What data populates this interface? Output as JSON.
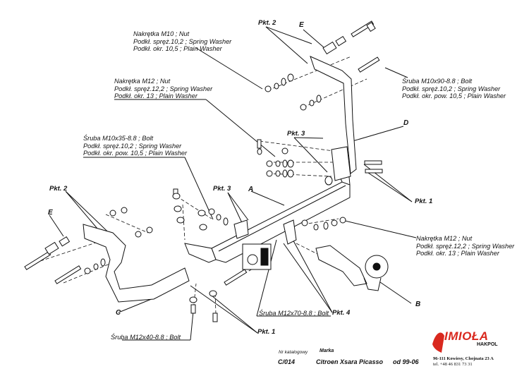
{
  "labels": {
    "nut_m10": [
      "Nakrętka  M10 ; Nut",
      "Podkł. spręż.10,2 ; Spring Washer",
      "Podkł. okr. 10,5 ; Plain Washer"
    ],
    "nut_m12_top": [
      "Nakrętka  M12 ; Nut",
      "Podkł. spręż.12,2 ; Spring Washer",
      "Podkł. okr. 13 ; Plain Washer"
    ],
    "bolt_m10x90": [
      "Śruba M10x90-8.8 ;  Bolt",
      "Podkł. spręż.10,2 ; Spring Washer",
      "Podkł. okr. pow. 10,5 ; Plain Washer"
    ],
    "bolt_m10x35": [
      "Śruba M10x35-8.8 ;  Bolt",
      "Podkł. spręż.10,2 ; Spring Washer",
      "Podkł. okr. pow. 10,5 ; Plain Washer"
    ],
    "nut_m12_right": [
      "Nakrętka  M12 ; Nut",
      "Podkł. spręż.12,2 ; Spring Washer",
      "Podkł. okr. 13 ; Plain Washer"
    ],
    "bolt_m12x70": "Śruba M12x70-8.8 ;  Bolt",
    "bolt_m12x40": "Śruba M12x40-8.8 ;  Bolt"
  },
  "points": {
    "pkt2_top": "Pkt. 2",
    "pkt3_top": "Pkt. 3",
    "pkt1_right": "Pkt. 1",
    "pkt2_left": "Pkt. 2",
    "pkt3_left": "Pkt. 3",
    "pkt4": "Pkt. 4",
    "pkt1_bottom": "Pkt. 1"
  },
  "letters": {
    "e_top": "E",
    "d": "D",
    "a": "A",
    "e_left": "E",
    "b": "B",
    "c": "C"
  },
  "footer": {
    "catalog_label": "Nr katalogowy",
    "catalog_number": "C/014",
    "brand_label": "Marka",
    "model": "Citroen Xsara Picasso",
    "years": "od  99-06"
  },
  "company": {
    "logo_text": "IMIOŁA",
    "logo_sub": "HAKPOL",
    "address": "96-111 Kowiesy, Chojnata 23 A",
    "phone": "tel. +48 46 831 73 31"
  }
}
